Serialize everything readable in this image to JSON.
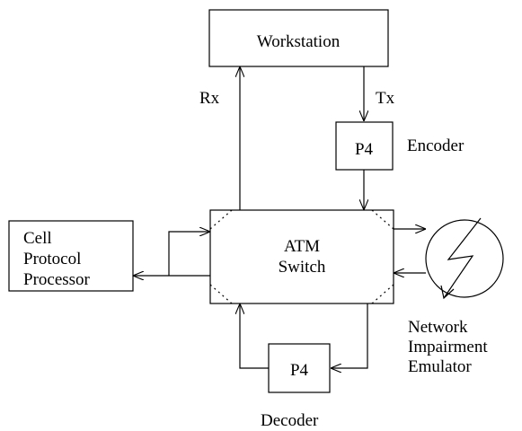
{
  "diagram": {
    "workstation": "Workstation",
    "rx": "Rx",
    "tx": "Tx",
    "p4_top": "P4",
    "encoder": "Encoder",
    "cpp": {
      "line1": "Cell",
      "line2": "Protocol",
      "line3": "Processor"
    },
    "atm": {
      "line1": "ATM",
      "line2": "Switch"
    },
    "nie": {
      "line1": "Network",
      "line2": "Impairment",
      "line3": "Emulator"
    },
    "p4_bottom": "P4",
    "decoder": "Decoder"
  }
}
